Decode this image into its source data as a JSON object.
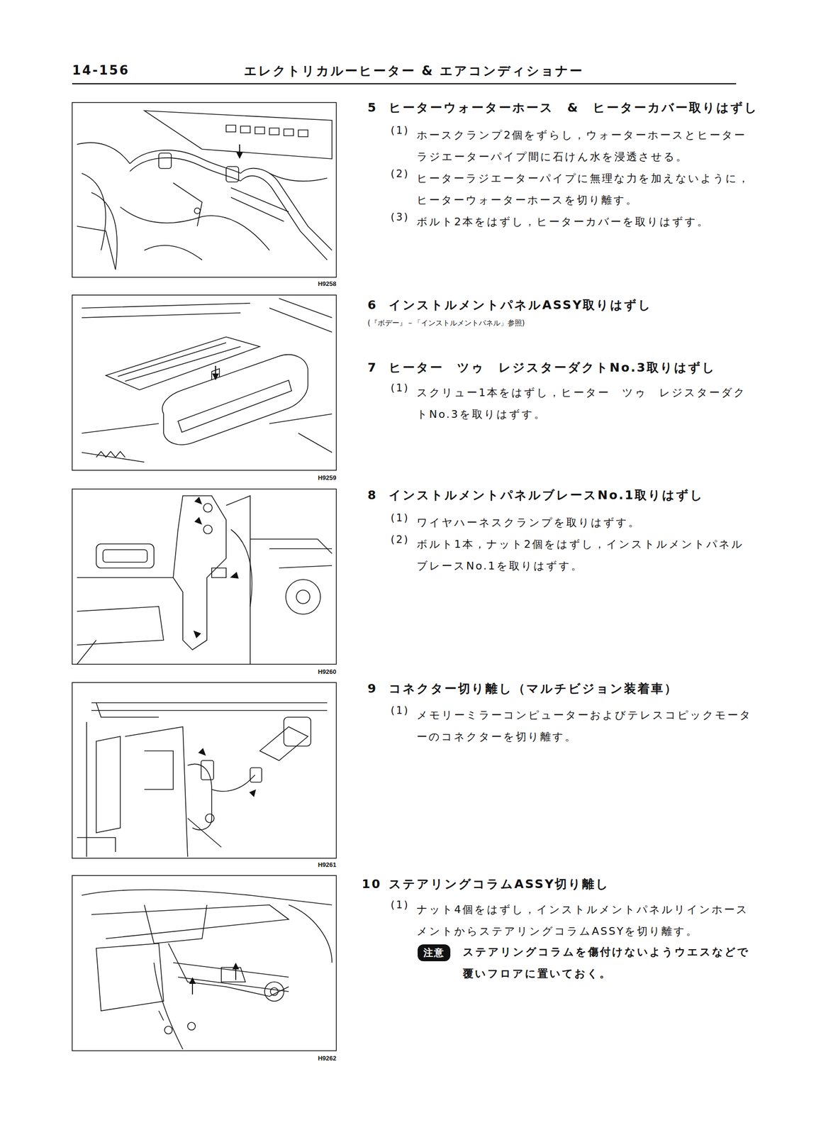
{
  "diagram": {
    "title": "エレクトリカルーヒーター & エアコンディショナー",
    "nodes": [
      {
        "text": [
          "注意"
        ]
      }
    ],
    "labels": [
      "14-156",
      "5",
      "ヒーターウォーターホース　&　ヒーターカバー取りはずし",
      "(1)",
      "ホースクランプ2個をずらし，ウォーターホースとヒーターラジエーターパイプ間に石けん水を浸透させる。",
      "(2)",
      "ヒーターラジエーターパイプに無理な力を加えないように，ヒーターウォーターホースを切り離す。",
      "(3)",
      "ボルト2本をはずし，ヒーターカバーを取りはずす。",
      "H9258",
      "6",
      "インストルメントパネルASSY取りはずし",
      "(『ボデー』－「インストルメントパネル」参照)",
      "7",
      "ヒーター　ツゥ　レジスターダクトNo.3取りはずし",
      "(1)",
      "スクリュー1本をはずし，ヒーター　ツゥ　レジスターダクトNo.3を取りはずす。",
      "H9259",
      "8",
      "インストルメントパネルブレースNo.1取りはずし",
      "(1)",
      "ワイヤハーネスクランプを取りはずす。",
      "(2)",
      "ボルト1本，ナット2個をはずし，インストルメントパネルブレースNo.1を取りはずす。",
      "H9260",
      "9",
      "コネクター切り離し（マルチビジョン装着車）",
      "(1)",
      "メモリーミラーコンピューターおよびテレスコピックモーターのコネクターを切り離す。",
      "H9261",
      "10",
      "ステアリングコラムASSY切り離し",
      "(1)",
      "ナット4個をはずし，インストルメントパネルリインホースメントからステアリングコラムASSYを切り離す。",
      "ステアリングコラムを傷付けないようウエスなどで覆いフロアに置いておく。",
      "H9262"
    ]
  }
}
